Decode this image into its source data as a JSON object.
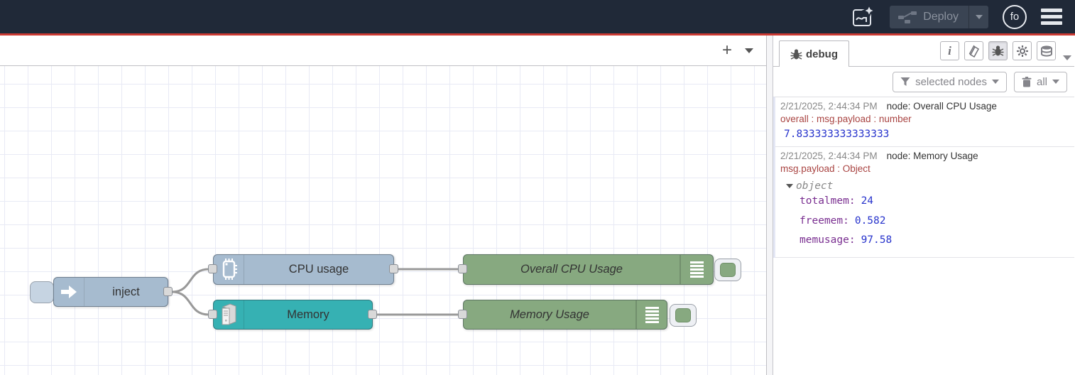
{
  "colors": {
    "header_bg": "#202938",
    "accent_red": "#cb3a33",
    "inject_node": "#a6bbcf",
    "cpu_node": "#a6bbcf",
    "memory_node": "#36b1b3",
    "debug_node": "#87a980",
    "wire": "#999999",
    "value_blue": "#2733cc",
    "key_purple": "#792e90",
    "property_red": "#a94442"
  },
  "header": {
    "deploy_label": "Deploy",
    "avatar_label": "fo",
    "icons": [
      "flow-assistant-icon",
      "deploy-flow-icon",
      "user-avatar",
      "menu-icon"
    ]
  },
  "workspace": {
    "add_tab_label": "+"
  },
  "flow": {
    "nodes": {
      "inject": {
        "label": "inject"
      },
      "cpu": {
        "label": "CPU usage"
      },
      "memory": {
        "label": "Memory"
      },
      "debug_cpu": {
        "label": "Overall CPU Usage"
      },
      "debug_mem": {
        "label": "Memory Usage"
      }
    }
  },
  "sidebar": {
    "tab_label": "debug",
    "tools": [
      "info-icon",
      "book-icon",
      "bug-icon",
      "gear-icon",
      "context-data-icon"
    ],
    "filter_label": "selected nodes",
    "clear_label": "all",
    "messages": [
      {
        "timestamp": "2/21/2025, 2:44:34 PM",
        "node": "node: Overall CPU Usage",
        "property": "overall : msg.payload : number",
        "value": "7.833333333333333"
      },
      {
        "timestamp": "2/21/2025, 2:44:34 PM",
        "node": "node: Memory Usage",
        "property": "msg.payload : Object",
        "object_label": "object",
        "fields": [
          {
            "key": "totalmem:",
            "value": "24"
          },
          {
            "key": "freemem:",
            "value": "0.582"
          },
          {
            "key": "memusage:",
            "value": "97.58"
          }
        ]
      }
    ]
  }
}
